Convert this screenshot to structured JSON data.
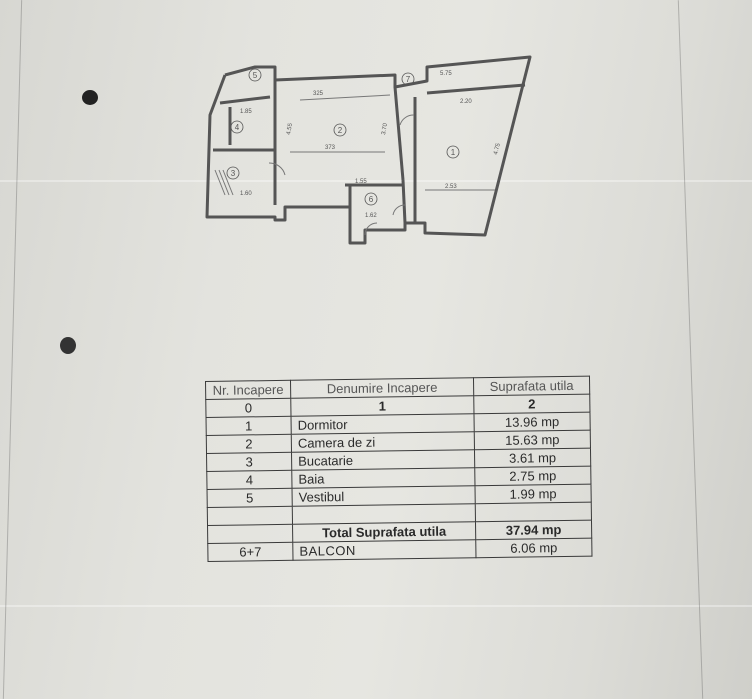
{
  "plan": {
    "rooms": [
      {
        "number": "1",
        "label": "①"
      },
      {
        "number": "2",
        "label": "②"
      },
      {
        "number": "3",
        "label": "③"
      },
      {
        "number": "4",
        "label": "④"
      },
      {
        "number": "5",
        "label": "⑤"
      },
      {
        "number": "6",
        "label": "⑥"
      },
      {
        "number": "7",
        "label": "⑦"
      }
    ],
    "dimensions": [
      "325",
      "373",
      "5.75",
      "2.53",
      "1.62",
      "1.55",
      "4.55",
      "3.70",
      "4.75",
      "1.60",
      "1.85",
      "2.20"
    ]
  },
  "table": {
    "headers": {
      "number": "Nr. Incapere",
      "name": "Denumire Incapere",
      "area": "Suprafata utila"
    },
    "column_index": [
      "0",
      "1",
      "2"
    ],
    "rows": [
      {
        "nr": "1",
        "name": "Dormitor",
        "area": "13.96 mp"
      },
      {
        "nr": "2",
        "name": "Camera de zi",
        "area": "15.63 mp"
      },
      {
        "nr": "3",
        "name": "Bucatarie",
        "area": "3.61 mp"
      },
      {
        "nr": "4",
        "name": "Baia",
        "area": "2.75 mp"
      },
      {
        "nr": "5",
        "name": "Vestibul",
        "area": "1.99 mp"
      }
    ],
    "total": {
      "label": "Total Suprafata utila",
      "value": "37.94 mp"
    },
    "balcony": {
      "nr": "6+7",
      "name": "BALCON",
      "area": "6.06 mp"
    }
  }
}
